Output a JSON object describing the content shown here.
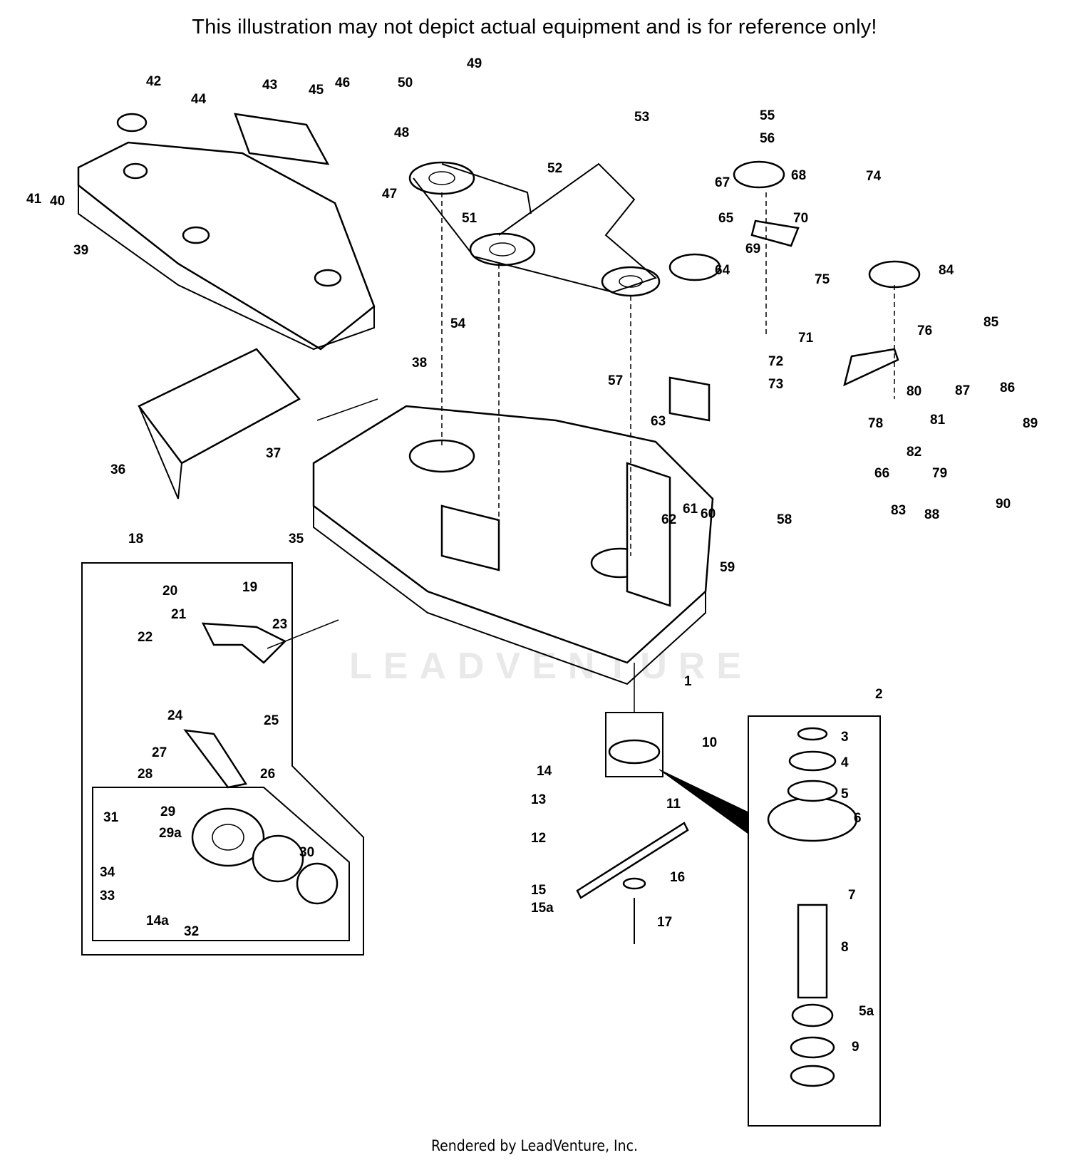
{
  "header": {
    "notice": "This illustration may not depict actual equipment and is for reference only!"
  },
  "footer": {
    "credit": "Rendered by LeadVenture, Inc."
  },
  "watermark": {
    "text": "LEADVENTURE"
  },
  "callouts": [
    "1",
    "2",
    "3",
    "4",
    "5",
    "5a",
    "6",
    "7",
    "8",
    "9",
    "10",
    "11",
    "12",
    "13",
    "14",
    "14a",
    "15",
    "15a",
    "16",
    "17",
    "18",
    "19",
    "20",
    "21",
    "22",
    "23",
    "24",
    "25",
    "26",
    "27",
    "28",
    "29",
    "29a",
    "30",
    "31",
    "32",
    "33",
    "34",
    "35",
    "36",
    "37",
    "38",
    "39",
    "40",
    "41",
    "42",
    "43",
    "44",
    "45",
    "46",
    "47",
    "48",
    "49",
    "50",
    "51",
    "52",
    "53",
    "54",
    "55",
    "56",
    "57",
    "58",
    "59",
    "60",
    "61",
    "62",
    "63",
    "64",
    "65",
    "66",
    "67",
    "68",
    "69",
    "70",
    "71",
    "72",
    "73",
    "74",
    "75",
    "76",
    "78",
    "79",
    "80",
    "81",
    "82",
    "83",
    "84",
    "85",
    "86",
    "87",
    "88",
    "89",
    "90"
  ]
}
